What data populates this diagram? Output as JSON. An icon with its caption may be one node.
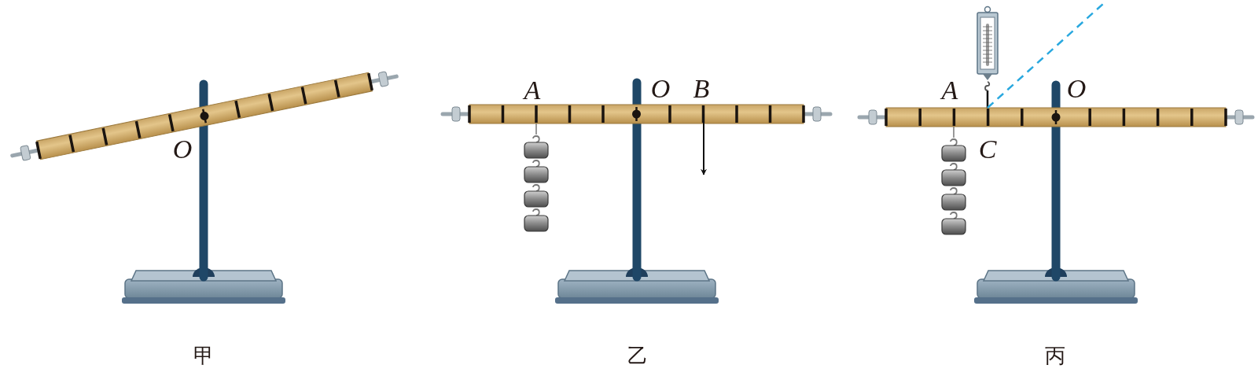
{
  "diagram": {
    "labels": [
      "O",
      "甲",
      "A",
      "O",
      "B",
      "乙",
      "A",
      "O",
      "C",
      "丙"
    ]
  }
}
